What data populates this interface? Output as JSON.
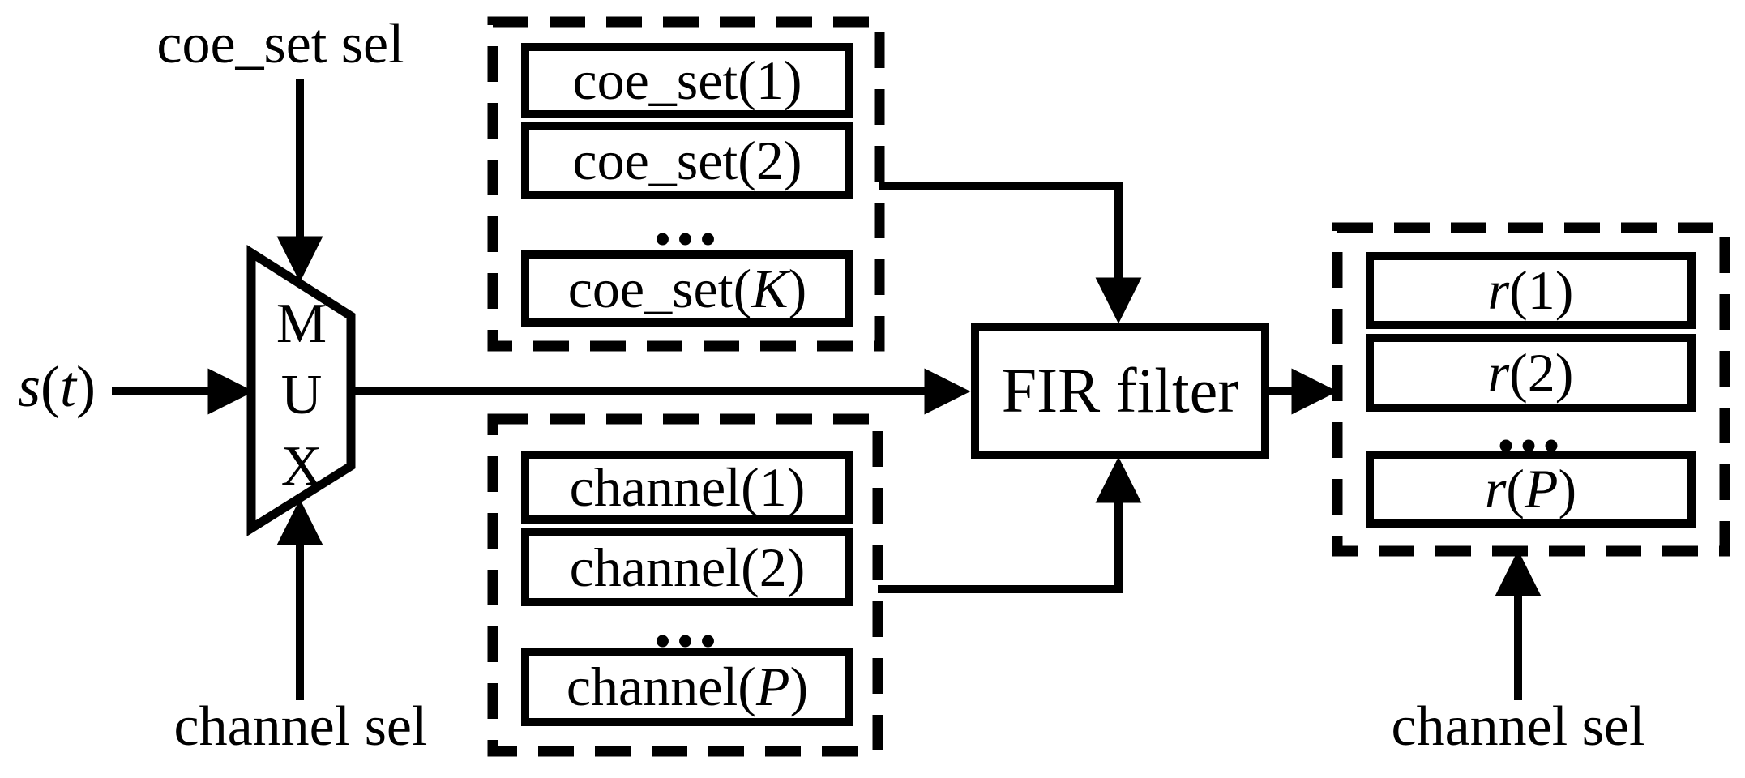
{
  "figure": {
    "background": "#ffffff",
    "ink": "#000000",
    "ellipsis": "..."
  },
  "labels": {
    "coe_set_sel": "coe_set sel",
    "channel_sel_left": "channel sel",
    "channel_sel_right": "channel sel",
    "fir_filter": "FIR filter",
    "mux_letters": [
      "M",
      "U",
      "X"
    ]
  },
  "input_signal": [
    [
      "s",
      1
    ],
    [
      "(",
      0
    ],
    [
      "t",
      1
    ],
    [
      ")",
      0
    ]
  ],
  "rows": {
    "coe": [
      [
        [
          "coe_set(1)",
          0
        ]
      ],
      [
        [
          "coe_set(2)",
          0
        ]
      ],
      [
        [
          "coe_set(",
          0
        ],
        [
          "K",
          1
        ],
        [
          ")",
          0
        ]
      ]
    ],
    "channel": [
      [
        [
          "channel(1)",
          0
        ]
      ],
      [
        [
          "channel(2)",
          0
        ]
      ],
      [
        [
          "channel(",
          0
        ],
        [
          "P",
          1
        ],
        [
          ")",
          0
        ]
      ]
    ],
    "r": [
      [
        [
          "r",
          1
        ],
        [
          "(1)",
          0
        ]
      ],
      [
        [
          "r",
          1
        ],
        [
          "(2)",
          0
        ]
      ],
      [
        [
          "r",
          1
        ],
        [
          "(",
          0
        ],
        [
          "P",
          1
        ],
        [
          ")",
          0
        ]
      ]
    ]
  }
}
